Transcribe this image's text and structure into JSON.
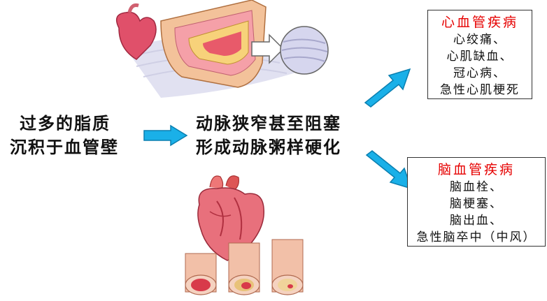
{
  "cause": {
    "line1": "过多的脂质",
    "line2": "沉积于血管壁"
  },
  "process": {
    "line1": "动脉狭窄甚至阻塞",
    "line2": "形成动脉粥样硬化"
  },
  "heart_disease": {
    "title": "心血管疾病",
    "items": [
      "心绞痛、",
      "心肌缺血、",
      "冠心病、",
      "急性心肌梗死"
    ]
  },
  "brain_disease": {
    "title": "脑血管疾病",
    "items": [
      "脑血栓、",
      "脑梗塞、",
      "脑出血、",
      "急性脑卒中（中风）"
    ]
  },
  "colors": {
    "arrow": "#1ab0e8",
    "arrow_stroke": "#0a7fb0",
    "title_red": "#e60000"
  }
}
